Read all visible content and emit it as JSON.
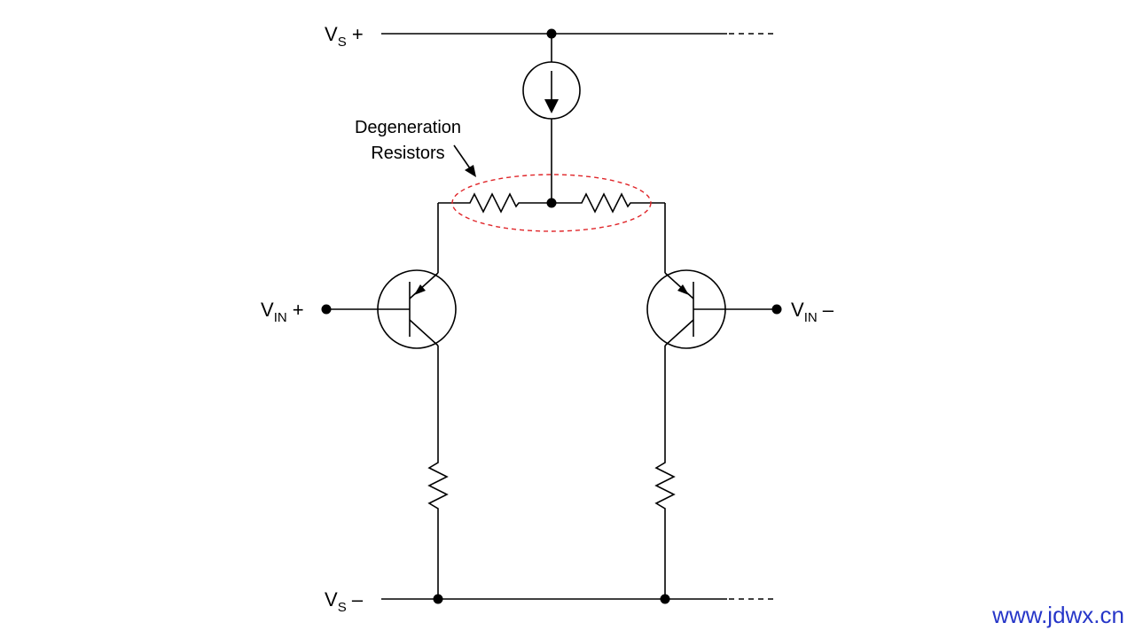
{
  "labels": {
    "vs_plus": {
      "main": "V",
      "sub": "S",
      "suffix": " +"
    },
    "vs_minus": {
      "main": "V",
      "sub": "S",
      "suffix": " –"
    },
    "vin_plus": {
      "main": "V",
      "sub": "IN",
      "suffix": " +"
    },
    "vin_minus": {
      "main": "V",
      "sub": "IN",
      "suffix": " –"
    }
  },
  "annotation": {
    "line1": "Degeneration",
    "line2": "Resistors"
  },
  "watermark": "www.jdwx.cn",
  "colors": {
    "wire": "#000000",
    "highlight": "#e0262a",
    "watermark": "#2636c8"
  }
}
